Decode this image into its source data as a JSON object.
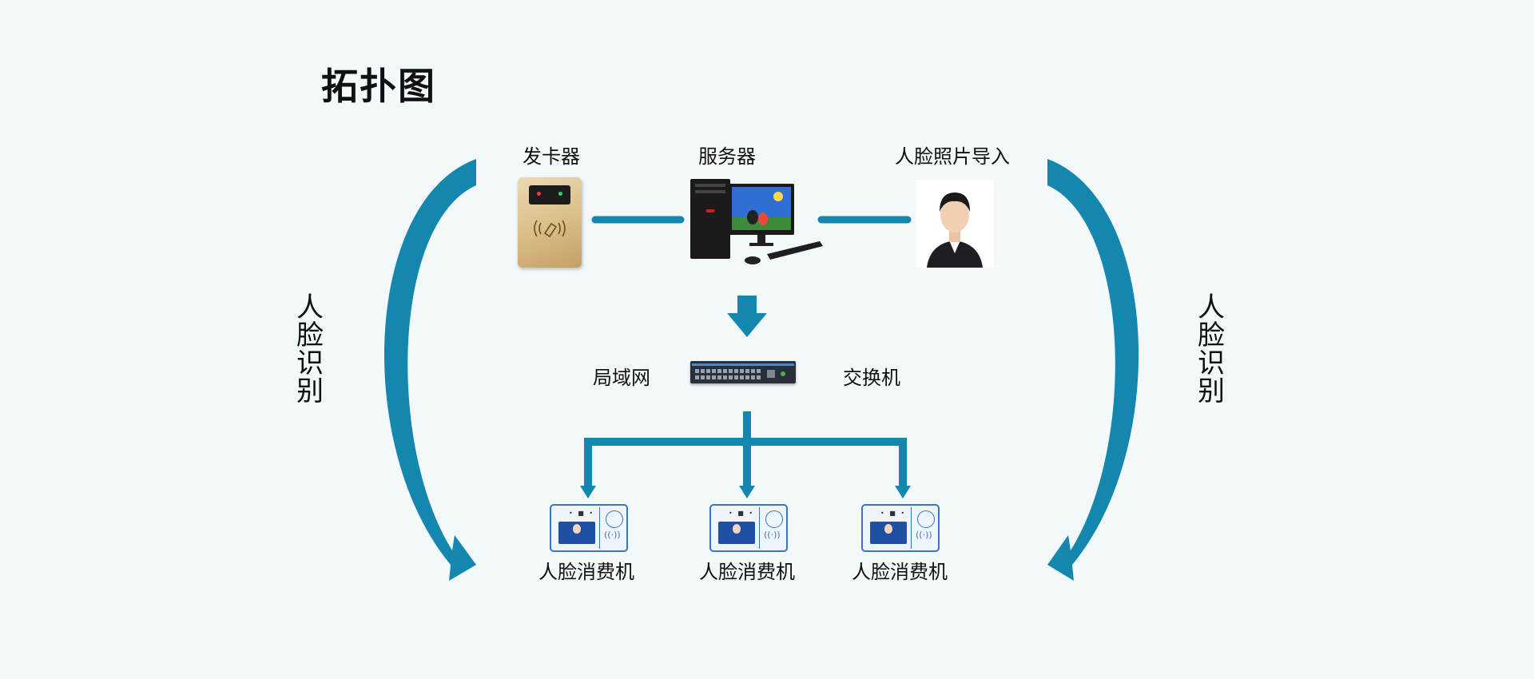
{
  "title": "拓扑图",
  "nodes": {
    "card_reader": "发卡器",
    "server": "服务器",
    "face_photo_import": "人脸照片导入",
    "lan": "局域网",
    "switch": "交换机",
    "face_terminals": [
      "人脸消费机",
      "人脸消费机",
      "人脸消费机"
    ]
  },
  "side_labels": {
    "left": "人脸识别",
    "right": "人脸识别"
  },
  "colors": {
    "accent": "#1487ae",
    "background": "#f3f8fb",
    "text": "#111111"
  },
  "icons": [
    "card-reader-icon",
    "desktop-computer-icon",
    "person-photo-icon",
    "network-switch-icon",
    "face-payment-terminal-icon"
  ]
}
